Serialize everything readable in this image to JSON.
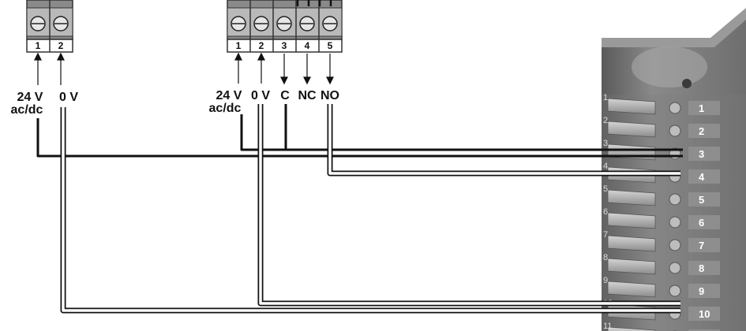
{
  "left_block": {
    "pins": [
      "1",
      "2"
    ],
    "labels": {
      "p1_line1": "24 V",
      "p1_line2": "ac/dc",
      "p2": "0 V"
    }
  },
  "right_block": {
    "pins": [
      "1",
      "2",
      "3",
      "4",
      "5"
    ],
    "labels": {
      "p1_line1": "24 V",
      "p1_line2": "ac/dc",
      "p2": "0 V",
      "p3": "C",
      "p4": "NC",
      "p5": "NO"
    }
  },
  "panel": {
    "terminals": [
      "1",
      "2",
      "3",
      "4",
      "5",
      "6",
      "7",
      "8",
      "9",
      "10",
      "11"
    ]
  }
}
